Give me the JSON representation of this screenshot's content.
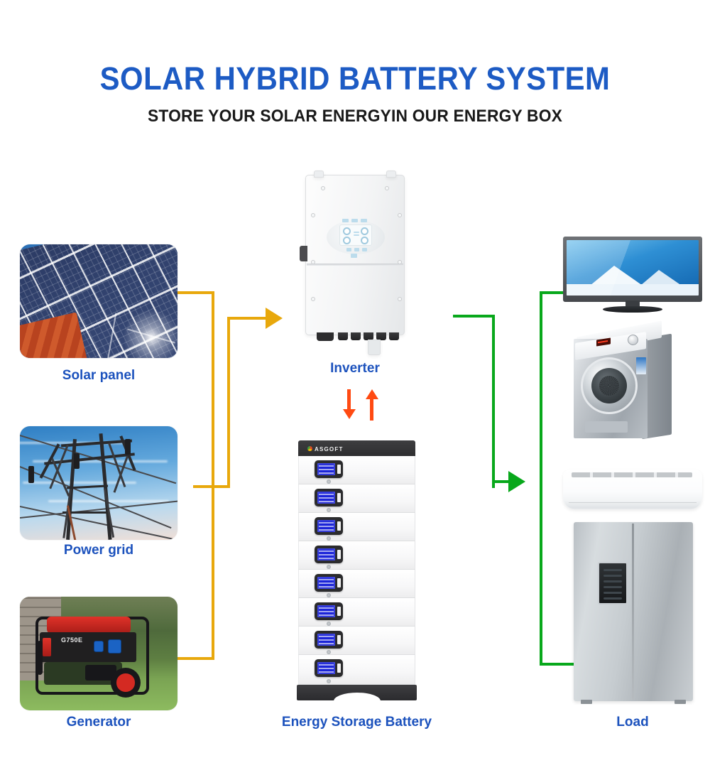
{
  "header": {
    "title": "SOLAR HYBRID BATTERY SYSTEM",
    "subtitle": "STORE YOUR SOLAR ENERGYIN OUR ENERGY BOX"
  },
  "colors": {
    "title_blue": "#1d5bc4",
    "label_blue": "#1c52bd",
    "source_wire": "#e8a80c",
    "load_wire": "#08a81b",
    "battery_wire": "#ff4a12",
    "background": "#ffffff"
  },
  "sources": [
    {
      "id": "solar-panel",
      "label": "Solar panel",
      "image": "photovoltaic-panel-array-on-tiled-roof-under-blue-sky"
    },
    {
      "id": "power-grid",
      "label": "Power grid",
      "image": "high-voltage-transmission-tower-against-blue-sky"
    },
    {
      "id": "generator",
      "label": "Generator",
      "image": "portable-petrol-generator-on-grass",
      "device_model": "G750E"
    }
  ],
  "center": {
    "inverter": {
      "label": "Inverter",
      "image": "white-wall-mounted-hybrid-inverter"
    },
    "battery": {
      "label": "Energy Storage Battery",
      "brand": "ASGOFT",
      "module_count": 8,
      "image": "stacked-lithium-battery-tower"
    }
  },
  "loads": {
    "label": "Load",
    "appliances": [
      {
        "id": "television",
        "image": "flat-screen-led-television-showing-snow-mountain"
      },
      {
        "id": "washing-machine",
        "image": "silver-front-load-washing-machine"
      },
      {
        "id": "air-conditioner",
        "image": "white-wall-mounted-split-air-conditioner"
      },
      {
        "id": "refrigerator",
        "image": "silver-side-by-side-refrigerator"
      }
    ]
  },
  "flows": [
    {
      "id": "sources-to-inverter",
      "color": "#e8a80c",
      "direction": "right",
      "from": "sources",
      "to": "inverter"
    },
    {
      "id": "inverter-to-battery",
      "color": "#ff4a12",
      "direction": "down",
      "from": "inverter",
      "to": "battery"
    },
    {
      "id": "battery-to-inverter",
      "color": "#ff4a12",
      "direction": "up",
      "from": "battery",
      "to": "inverter"
    },
    {
      "id": "inverter-to-loads",
      "color": "#08a81b",
      "direction": "right",
      "from": "inverter",
      "to": "loads"
    }
  ]
}
